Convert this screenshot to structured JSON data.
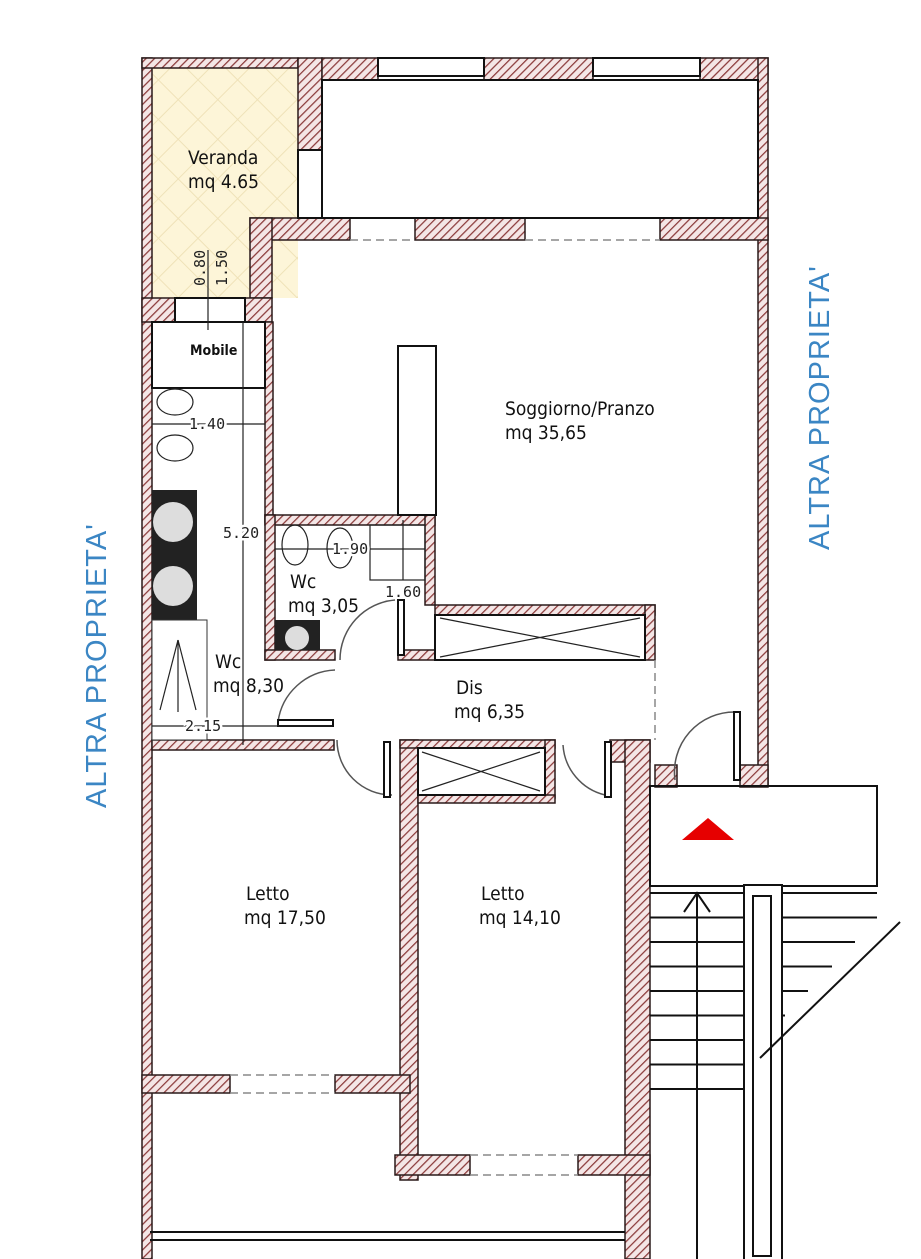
{
  "rooms": {
    "veranda": {
      "name": "Veranda",
      "area": "mq  4.65"
    },
    "soggiorno": {
      "name": "Soggiorno/Pranzo",
      "area": "mq  35,65"
    },
    "wc_small": {
      "name": "Wc",
      "area": "mq  3,05"
    },
    "wc_large": {
      "name": "Wc",
      "area": "mq  8,30"
    },
    "dis": {
      "name": "Dis",
      "area": "mq  6,35"
    },
    "letto1": {
      "name": "Letto",
      "area": "mq  17,50"
    },
    "letto2": {
      "name": "Letto",
      "area": "mq  14,10"
    },
    "mobile": "Mobile"
  },
  "dimensions": {
    "d080": "0.80",
    "d150": "1.50",
    "d140": "1.40",
    "d520": "5.20",
    "d190": "1.90",
    "d160": "1.60",
    "d215": "2.15"
  },
  "neighbors": {
    "left": "ALTRA PROPRIETA'",
    "right": "ALTRA PROPRIETA'"
  },
  "colors": {
    "wall_hatch": "#8b3a3a",
    "veranda": "#fdf5d8",
    "neighbor_text": "#3b86c4",
    "entry_arrow": "#e60000"
  }
}
